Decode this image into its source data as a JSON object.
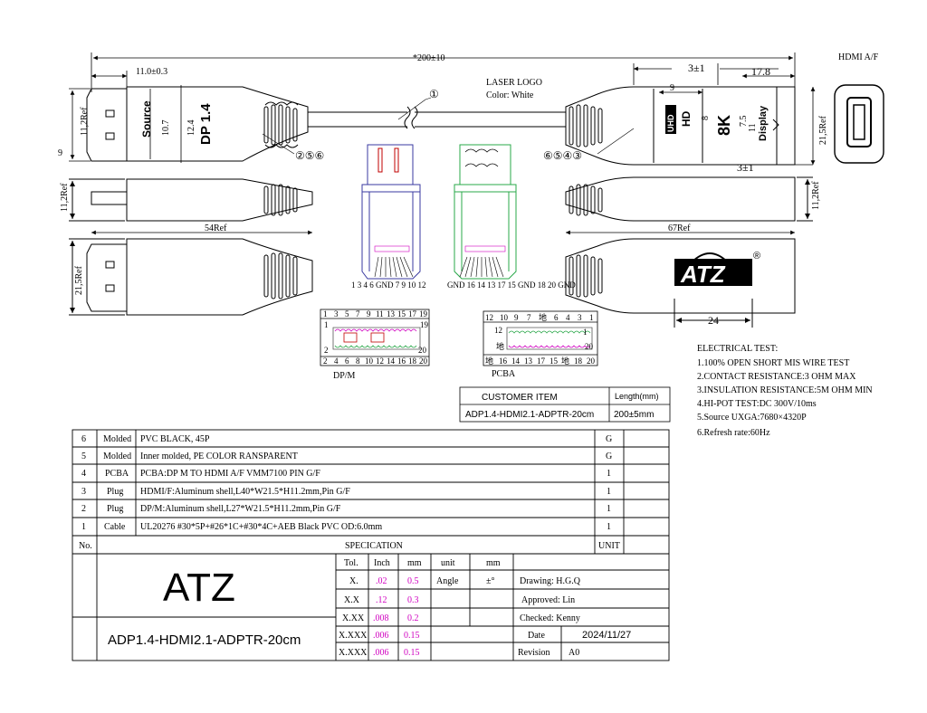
{
  "dimensions": {
    "overall_length": "*200±10",
    "dp_plug_length": "11.0±0.3",
    "hdmi_setback": "3±1",
    "hdmi_length": "17.8",
    "dp_height_left": "9",
    "dp_height_ref": "11,2Ref",
    "dp_label_width": "10.7",
    "dp_label_width2": "12.4",
    "dp_body_ref": "54Ref",
    "dp_width_ref": "21,5Ref",
    "hdmi_width_ref": "21,5Ref",
    "hdmi_height_ref": "11,2Ref",
    "hdmi_body_ref": "67Ref",
    "hdmi_inner_9": "9",
    "hdmi_inner_8": "8",
    "hdmi_inner_75": "7.5",
    "hdmi_inner_11": "11",
    "hdmi_bottom_setback": "3±1",
    "logo_width": "24"
  },
  "callouts": {
    "cable": "①",
    "left_parts": "②⑤⑥",
    "right_parts": "⑥⑤④③"
  },
  "labels": {
    "laser_logo": "LASER LOGO",
    "laser_color": "Color: White",
    "hdmi_af": "HDMI A/F",
    "dp_mark": "DP 1.4",
    "source_mark": "Source",
    "display_mark": "Display",
    "uhd_mark": "UHD",
    "hd_mark": "HD",
    "eightk_mark": "8K",
    "atz_logo": "ATZ",
    "registered": "®"
  },
  "dp_pcb": {
    "pins_bottom": "1 3 4 6 GND 7 9 10 12",
    "top_row": [
      "1",
      "3",
      "5",
      "7",
      "9",
      "11",
      "13",
      "15",
      "17",
      "19"
    ],
    "bottom_row": [
      "2",
      "4",
      "6",
      "8",
      "10",
      "12",
      "14",
      "16",
      "18",
      "20"
    ],
    "side_top": "1",
    "side_top_r": "19",
    "side_bot": "2",
    "side_bot_r": "20",
    "caption": "DP/M"
  },
  "hdmi_pcb": {
    "pins_bottom": "GND 16 14 13 17 15 GND 18 20 GND",
    "top_row": [
      "12",
      "10",
      "9",
      "7",
      "地",
      "6",
      "4",
      "3",
      "1"
    ],
    "bottom_row": [
      "地",
      "16",
      "14",
      "13",
      "17",
      "15",
      "地",
      "18",
      "20"
    ],
    "side_top": "12",
    "side_top_r": "1",
    "side_bot": "地",
    "side_bot_r": "20",
    "caption": "PCBA"
  },
  "customer_item": {
    "header_item": "CUSTOMER ITEM",
    "header_length": "Length(mm)",
    "item": "ADP1.4-HDMI2.1-ADPTR-20cm",
    "length": "200±5mm"
  },
  "electrical_test": {
    "title": "ELECTRICAL TEST:",
    "lines": [
      "1.100% OPEN SHORT MIS WIRE TEST",
      "2.CONTACT RESISTANCE:3 OHM MAX",
      "3.INSULATION RESISTANCE:5M OHM MIN",
      "4.HI-POT TEST:DC 300V/10ms",
      "5.Source UXGA:7680×4320P",
      "6.Refresh rate:60Hz"
    ]
  },
  "bom": {
    "rows": [
      {
        "no": "6",
        "type": "Molded",
        "spec": "PVC BLACK, 45P",
        "qty": "G"
      },
      {
        "no": "5",
        "type": "Molded",
        "spec": "Inner molded, PE COLOR RANSPARENT",
        "qty": "G"
      },
      {
        "no": "4",
        "type": "PCBA",
        "spec": "PCBA:DP M TO HDMI A/F VMM7100 PIN G/F",
        "qty": "1"
      },
      {
        "no": "3",
        "type": "Plug",
        "spec": "HDMI/F:Aluminum shell,L40*W21.5*H11.2mm,Pin G/F",
        "qty": "1"
      },
      {
        "no": "2",
        "type": "Plug",
        "spec": "DP/M:Aluminum shell,L27*W21.5*H11.2mm,Pin G/F",
        "qty": "1"
      },
      {
        "no": "1",
        "type": "Cable",
        "spec": "UL20276 #30*5P+#26*1C+#30*4C+AEB Black PVC OD:6.0mm",
        "qty": "1"
      }
    ],
    "header_no": "No.",
    "header_spec": "SPECICATION",
    "header_unit": "UNIT"
  },
  "title_block": {
    "company": "ATZ",
    "part": "ADP1.4-HDMI2.1-ADPTR-20cm",
    "tol_header": "Tol.",
    "inch_header": "Inch",
    "mm_header": "mm",
    "unit_header": "unit",
    "mm_header2": "mm",
    "tol_rows": [
      {
        "tol": "X.",
        "inch": ".02",
        "mm": "0.5"
      },
      {
        "tol": "X.X",
        "inch": ".12",
        "mm": "0.3"
      },
      {
        "tol": "X.XX",
        "inch": ".008",
        "mm": "0.2"
      },
      {
        "tol": "X.XXX",
        "inch": ".006",
        "mm": "0.15"
      },
      {
        "tol": "X.XXX",
        "inch": ".006",
        "mm": "0.15"
      }
    ],
    "angle_label": "Angle",
    "angle_value": "±°",
    "drawing": "Drawing: H.G.Q",
    "approved": "Approved: Lin",
    "checked": "Checked: Kenny",
    "date_label": "Date",
    "date_value": "2024/11/27",
    "revision_label": "Revision",
    "revision_value": "A0"
  },
  "colors": {
    "tol_magenta": "#d000c0",
    "pcb_blue": "#3a3aa0",
    "pcb_green": "#2aa84a",
    "line": "#000000"
  }
}
